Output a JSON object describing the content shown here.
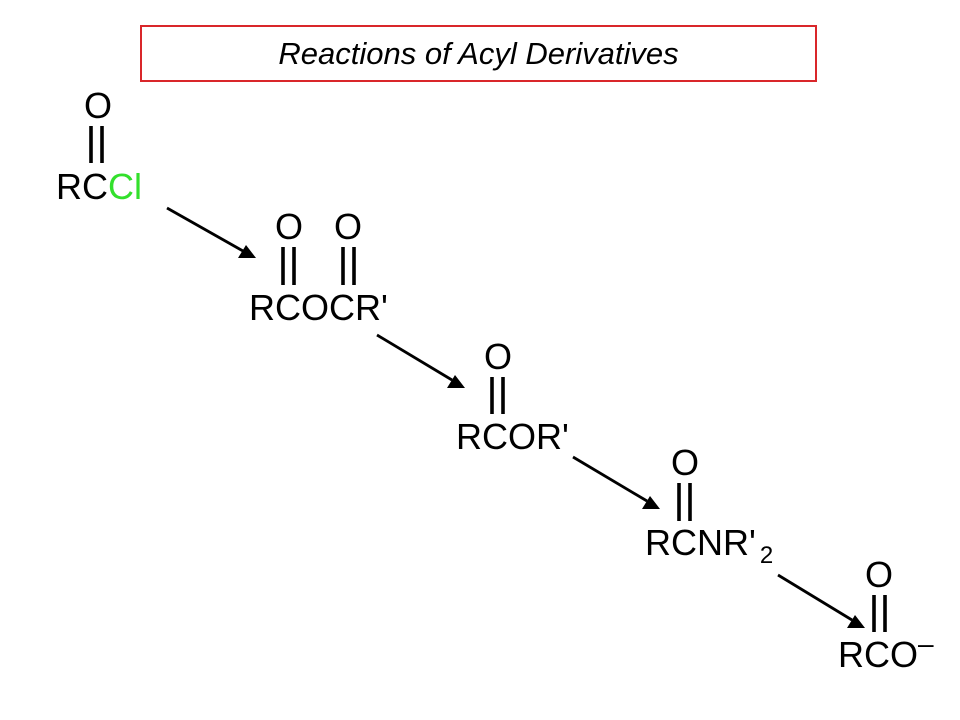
{
  "title": "Reactions of Acyl Derivatives",
  "colors": {
    "title_border": "#d9262a",
    "chlorine": "#33e02c",
    "text": "#000000"
  },
  "compounds": {
    "acyl_chloride": {
      "oxygen": "O",
      "main": "RC",
      "halogen": "Cl"
    },
    "anhydride": {
      "oxygen_1": "O",
      "oxygen_2": "O",
      "main": "RCOCR'"
    },
    "ester": {
      "oxygen": "O",
      "main": "RCOR'"
    },
    "amide": {
      "oxygen": "O",
      "main": "RCNR'",
      "subscript": "2"
    },
    "carboxylate": {
      "oxygen": "O",
      "main": "RCO",
      "charge": "–"
    }
  }
}
